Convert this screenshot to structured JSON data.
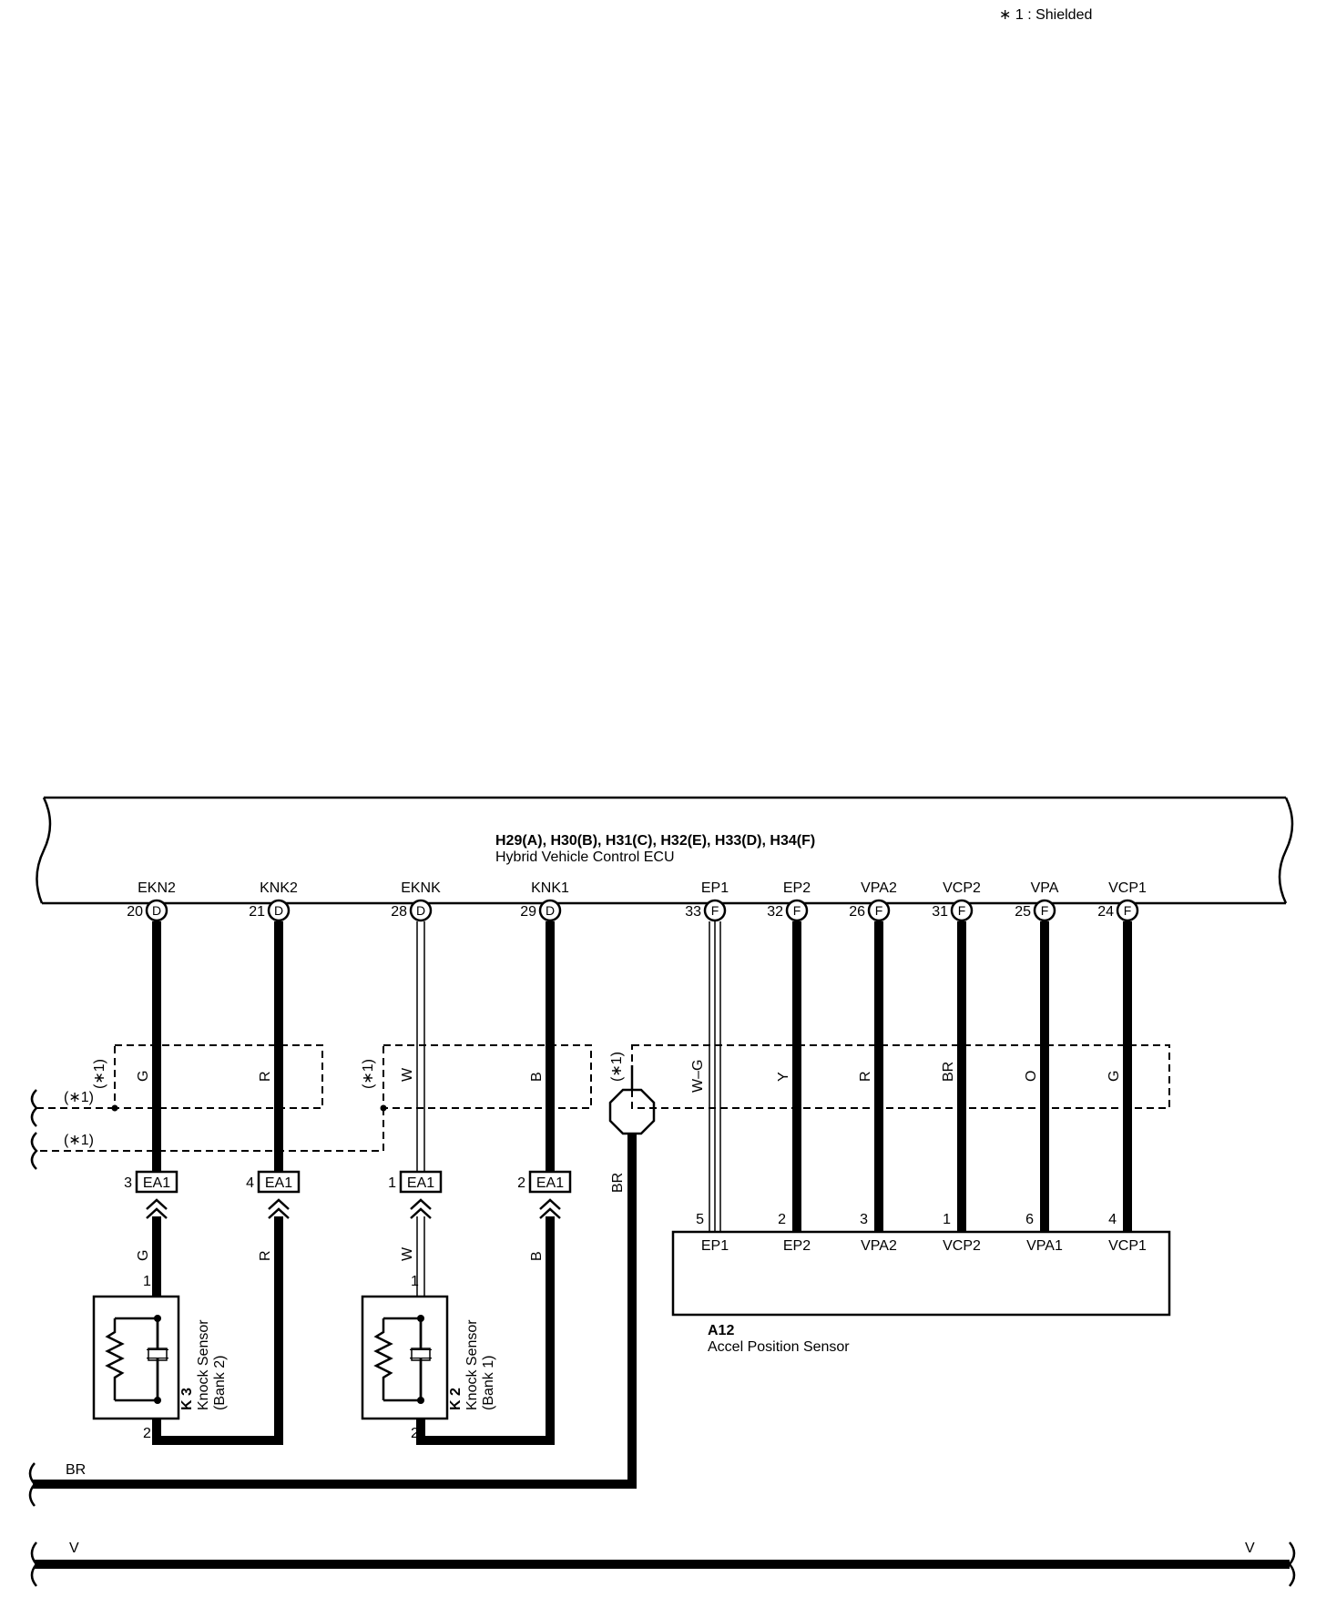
{
  "note": "∗ 1 : Shielded",
  "ecu": {
    "code": "H29(A), H30(B), H31(C), H32(E), H33(D), H34(F)",
    "name": "Hybrid Vehicle Control ECU",
    "pins": [
      {
        "id": "ekn2",
        "label": "EKN2",
        "num": "20",
        "conn": "D"
      },
      {
        "id": "knk2",
        "label": "KNK2",
        "num": "21",
        "conn": "D"
      },
      {
        "id": "eknk",
        "label": "EKNK",
        "num": "28",
        "conn": "D"
      },
      {
        "id": "knk1",
        "label": "KNK1",
        "num": "29",
        "conn": "D"
      },
      {
        "id": "ep1",
        "label": "EP1",
        "num": "33",
        "conn": "F"
      },
      {
        "id": "ep2",
        "label": "EP2",
        "num": "32",
        "conn": "F"
      },
      {
        "id": "vpa2",
        "label": "VPA2",
        "num": "26",
        "conn": "F"
      },
      {
        "id": "vcp2",
        "label": "VCP2",
        "num": "31",
        "conn": "F"
      },
      {
        "id": "vpa",
        "label": "VPA",
        "num": "25",
        "conn": "F"
      },
      {
        "id": "vcp1",
        "label": "VCP1",
        "num": "24",
        "conn": "F"
      }
    ]
  },
  "shield_label": "(∗1)",
  "wire_colors": {
    "ekn2": "G",
    "knk2": "R",
    "eknk": "W",
    "knk1": "B",
    "ep1": "W–G",
    "ep2": "Y",
    "vpa2": "R",
    "vcp2": "BR",
    "vpa": "O",
    "vcp1": "G"
  },
  "ea1": {
    "name": "EA1",
    "pins": [
      {
        "id": "ekn2",
        "num": "3"
      },
      {
        "id": "knk2",
        "num": "4"
      },
      {
        "id": "eknk",
        "num": "1"
      },
      {
        "id": "knk1",
        "num": "2"
      }
    ]
  },
  "sensor_wire_colors": {
    "ekn2": "G",
    "knk2": "R",
    "eknk": "W",
    "knk1": "B"
  },
  "ground_wire_color": "BR",
  "k3": {
    "code": "K 3",
    "name": "Knock Sensor",
    "bank": "(Bank 2)",
    "pin_top": "1",
    "pin_bottom": "2"
  },
  "k2": {
    "code": "K 2",
    "name": "Knock Sensor",
    "bank": "(Bank 1)",
    "pin_top": "1",
    "pin_bottom": "2"
  },
  "a12": {
    "code": "A12",
    "name": "Accel Position Sensor",
    "pins": [
      {
        "id": "ep1",
        "num": "5",
        "label": "EP1"
      },
      {
        "id": "ep2",
        "num": "2",
        "label": "EP2"
      },
      {
        "id": "vpa2",
        "num": "3",
        "label": "VPA2"
      },
      {
        "id": "vcp2",
        "num": "1",
        "label": "VCP2"
      },
      {
        "id": "vpa",
        "num": "6",
        "label": "VPA1"
      },
      {
        "id": "vcp1",
        "num": "4",
        "label": "VCP1"
      }
    ]
  },
  "bus_br": "BR",
  "bus_v_left": "V",
  "bus_v_right": "V"
}
